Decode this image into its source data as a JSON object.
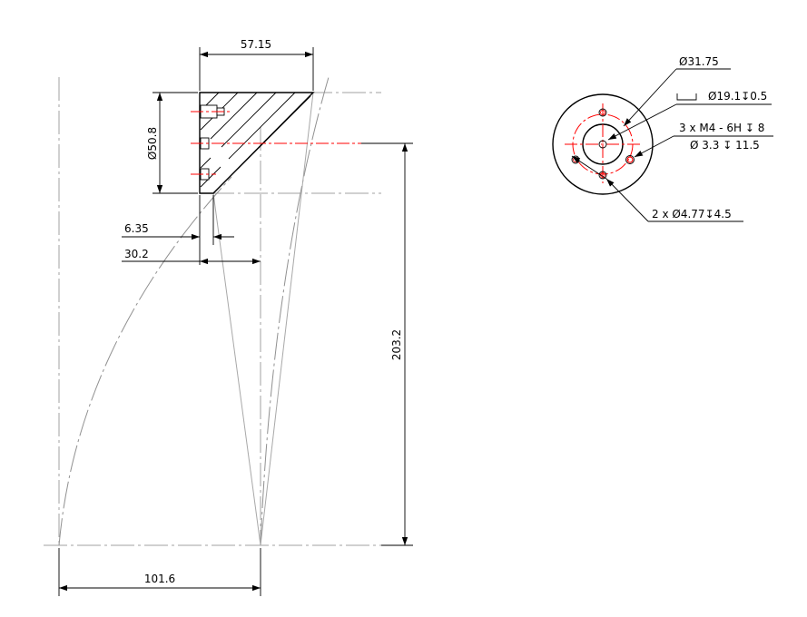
{
  "colors": {
    "line": "#000000",
    "center_line": "#a0a0a0",
    "feature_center_line": "#ff0000",
    "background": "#ffffff"
  },
  "dimensions": {
    "top_width": "57.15",
    "diameter": "50.8",
    "small_offset": "6.35",
    "mid_offset": "30.2",
    "height": "203.2",
    "base_width": "101.6"
  },
  "callouts": {
    "outer_diameter": "31.75",
    "counterbore": "19.1",
    "counterbore_depth": "0.5",
    "tapped_holes": "3 x M4 - 6H",
    "tapped_depth": "8",
    "drill_diameter": "3.3",
    "drill_depth": "11.5",
    "pin_holes_prefix": "2 x",
    "pin_holes_diameter": "4.77",
    "pin_holes_depth": "4.5"
  },
  "symbols": {
    "diameter": "Ø",
    "depth": "↧",
    "counterbore": "⌴"
  }
}
